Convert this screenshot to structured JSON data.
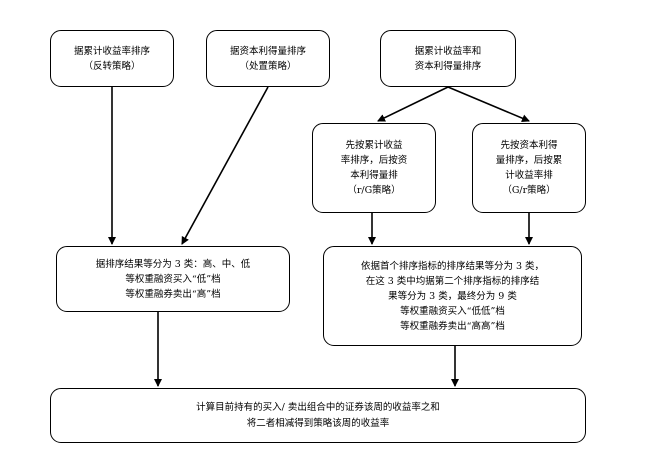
{
  "nodes": {
    "n1": {
      "lines": [
        "据累计收益率排序",
        "（反转策略）"
      ]
    },
    "n2": {
      "lines": [
        "据资本利得量排序",
        "（处置策略）"
      ]
    },
    "n3": {
      "lines": [
        "据累计收益率和",
        "资本利得量排序"
      ]
    },
    "n4": {
      "lines": [
        "先按累计收益",
        "率排序，后按资",
        "本利得量排",
        "（r/G策略）"
      ]
    },
    "n5": {
      "lines": [
        "先按资本利得",
        "量排序，后按累",
        "计收益率排",
        "（G/r策略）"
      ]
    },
    "n6": {
      "lines": [
        "据排序结果等分为 3  类：高、中、低",
        "等权重融资买入“低”档",
        "等权重融券卖出“高”档"
      ]
    },
    "n7": {
      "lines": [
        "依据首个排序指标的排序结果等分为 3  类，",
        "在这  3  类中均据第二个排序指标的排序结",
        "果等分为 3  类，最终分为 9  类",
        "等权重融资买入“低低”档",
        "等权重融券卖出“高高”档"
      ]
    },
    "n8": {
      "lines": [
        "计算目前持有的买入/   卖出组合中的证券该周的收益率之和",
        "将二者相减得到策略该周的收益率"
      ]
    }
  }
}
